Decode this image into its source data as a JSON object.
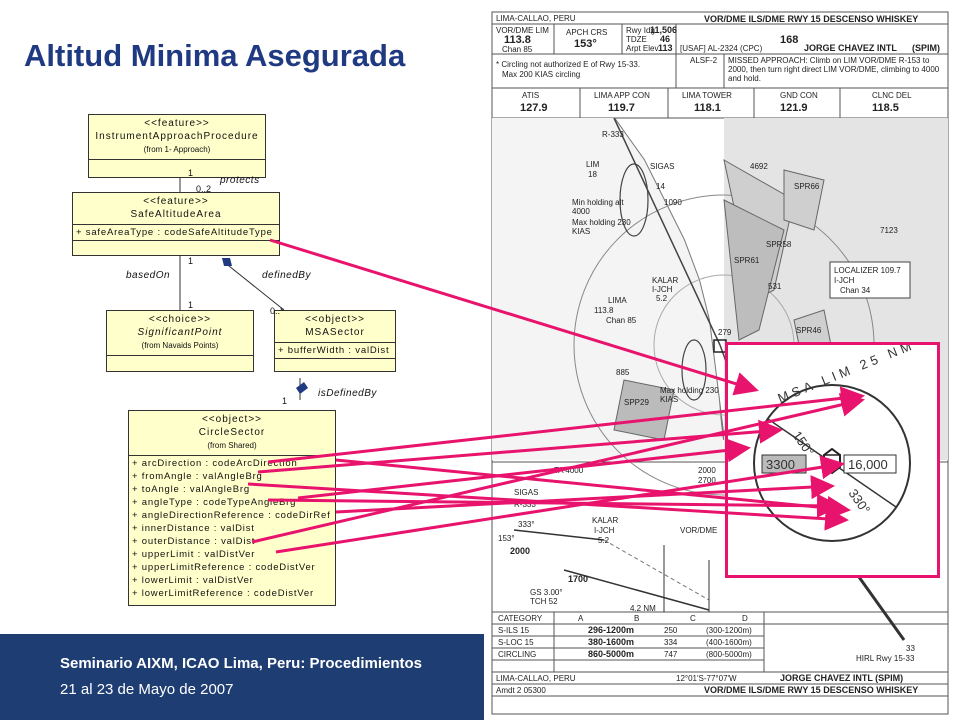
{
  "slide": {
    "title": "Altitud Minima Asegurada",
    "footer_seminar": "Seminario AIXM, ICAO Lima, Peru: Procedimientos",
    "footer_date": "21 al 23 de Mayo de 2007"
  },
  "uml": {
    "iap": {
      "stereotype": "<<feature>>",
      "name": "InstrumentApproachProcedure",
      "from": "(from 1- Approach)"
    },
    "safe_area": {
      "stereotype": "<<feature>>",
      "name": "SafeAltitudeArea",
      "attrs": [
        "+ safeAreaType : codeSafeAltitudeType"
      ]
    },
    "sig_point": {
      "stereotype": "<<choice>>",
      "name": "SignificantPoint",
      "from": "(from Navaids Points)"
    },
    "msa_sector": {
      "stereotype": "<<object>>",
      "name": "MSASector",
      "attrs": [
        "+ bufferWidth : valDist"
      ]
    },
    "circle_sector": {
      "stereotype": "<<object>>",
      "name": "CircleSector",
      "from": "(from Shared)",
      "attrs": [
        "+ arcDirection : codeArcDirection",
        "+ fromAngle : valAngleBrg",
        "+ toAngle : valAngleBrg",
        "+ angleType : codeTypeAngleBrg",
        "+ angleDirectionReference : codeDirRef",
        "+ innerDistance : valDist",
        "+ outerDistance : valDist",
        "+ upperLimit : valDistVer",
        "+ upperLimitReference : codeDistVer",
        "+ lowerLimit : valDistVer",
        "+ lowerLimitReference : codeDistVer"
      ]
    },
    "assoc": {
      "protects": "protects",
      "based_on": "basedOn",
      "defined_by": "definedBy",
      "is_defined_by": "isDefinedBy",
      "m1": "1",
      "m0_2": "0..2",
      "m0_star": "0..*"
    }
  },
  "chart": {
    "location": "LIMA-CALLAO, PERU",
    "title": "VOR/DME ILS/DME RWY 15 DESCENSO WHISKEY",
    "vor_label": "VOR/DME LIM",
    "vor_freq": "113.8",
    "vor_chan": "Chan 85",
    "apch_crs_label": "APCH CRS",
    "apch_crs": "153°",
    "rwy_ldg_label": "Rwy Idg",
    "rwy_ldg": "11,506",
    "tdze_label": "TDZE",
    "tdze": "46",
    "arpt_elev_label": "Arpt Elev",
    "arpt_elev": "113",
    "chart_no": "168",
    "usaf": "[USAF] AL-2324 (CPC)",
    "airport": "JORGE CHAVEZ INTL",
    "icao": "(SPIM)",
    "note1": "* Circling not authorized E of Rwy 15-33.",
    "note2": "Max 200 KIAS circling",
    "alsf": "ALSF-2",
    "missed": "MISSED APPROACH: Climb on LIM VOR/DME R-153 to 2000, then turn right direct LIM VOR/DME, climbing to 4000 and hold.",
    "freqs": [
      {
        "name": "ATIS",
        "freq": "127.9"
      },
      {
        "name": "LIMA APP CON",
        "freq": "119.7"
      },
      {
        "name": "LIMA TOWER",
        "freq": "118.1"
      },
      {
        "name": "GND CON",
        "freq": "121.9"
      },
      {
        "name": "CLNC DEL",
        "freq": "118.5"
      }
    ],
    "plan": {
      "r333": "R-333",
      "lim": "LIM",
      "lim_num": "18",
      "sigas": "SIGAS",
      "sigas_num": "14",
      "min_holding": "Min holding alt 4000",
      "max_holding": "Max holding 230 KIAS",
      "kalar": "KALAR",
      "ijch": "I-JCH",
      "ijch_num": "5.2",
      "lima_box": "LIMA",
      "lima_freq": "113.8",
      "lima_chan": "Chan 85",
      "spr66": "SPR66",
      "spr58": "SPR58",
      "spr61": "SPR61",
      "spr46": "SPR46",
      "spp29": "SPP29",
      "ob_4692": "4692",
      "ob_1090": "1090",
      "ob_7123": "7123",
      "ob_885": "885",
      "ob_279": "279",
      "ob_531": "531",
      "loc_label": "LOCALIZER 109.7",
      "loc_ident": "I-JCH",
      "loc_chan": "Chan 34",
      "max_hold2": "Max holding 230 KIAS",
      "ta": "TA 4000"
    },
    "msa": {
      "label": "MSA LIM 25 NM",
      "alt_left": "3300",
      "alt_right": "16,000",
      "brg_top": "150°",
      "brg_bottom": "330°"
    },
    "profile": {
      "sigas": "SIGAS",
      "r333": "R-333",
      "crs": "333°",
      "crs153": "153°",
      "alt2000": "2000",
      "alt1700": "1700",
      "kalar": "KALAR",
      "ijch": "I-JCH",
      "ijch_num": "5.2",
      "vor_dme": "VOR/DME",
      "gs": "GS 3.00°",
      "tch": "TCH 52",
      "dist": "4.2 NM"
    },
    "minima": {
      "cat_label": "CATEGORY",
      "cats": [
        "A",
        "B",
        "C",
        "D"
      ],
      "rows": [
        {
          "name": "S-ILS 15",
          "val": "296-1200m",
          "ha": "250",
          "alt": "(300-1200m)"
        },
        {
          "name": "S-LOC 15",
          "val": "380-1600m",
          "ha": "334",
          "alt": "(400-1600m)"
        },
        {
          "name": "CIRCLING",
          "val": "860-5000m",
          "ha": "747",
          "alt": "(800-5000m)"
        }
      ],
      "hirl": "HIRL Rwy 15-33",
      "ob_33": "33",
      "ob_2700": "2700",
      "ob_2000": "2000"
    },
    "bottom": {
      "location": "LIMA-CALLAO, PERU",
      "coords": "12°01'S-77°07'W",
      "airport": "JORGE CHAVEZ INTL (SPIM)",
      "amdt": "Amdt 2 05300",
      "title": "VOR/DME ILS/DME RWY 15 DESCENSO WHISKEY"
    }
  },
  "colors": {
    "title": "#1f3a82",
    "footer": "#1e3d72",
    "arrow": "#e8136c",
    "uml_fill": "#ffffcc"
  }
}
